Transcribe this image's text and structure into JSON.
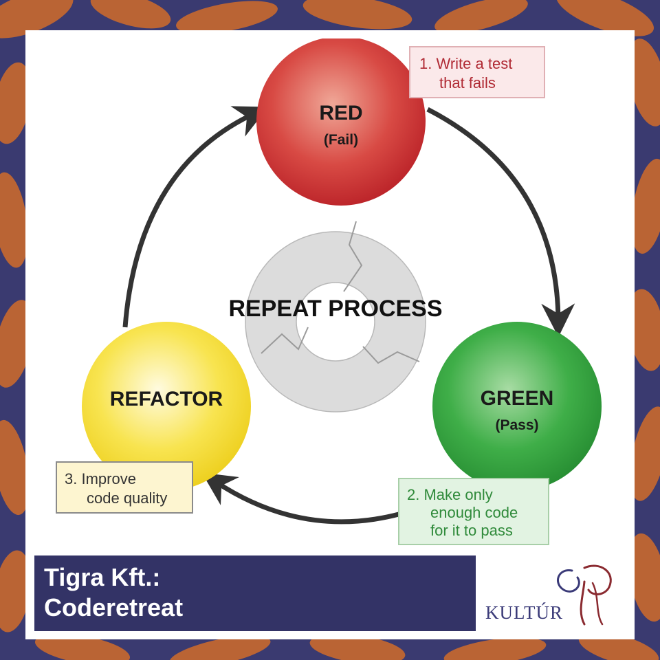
{
  "diagram": {
    "nodes": [
      {
        "id": "red",
        "title": "RED",
        "subtitle": "(Fail)",
        "color": "#c8282c"
      },
      {
        "id": "green",
        "title": "GREEN",
        "subtitle": "(Pass)",
        "color": "#2d9a3a"
      },
      {
        "id": "refactor",
        "title": "REFACTOR",
        "subtitle": "",
        "color": "#f2d422"
      }
    ],
    "steps": [
      {
        "lines": [
          "1. Write a test",
          "that fails"
        ],
        "text_color": "#b02a34",
        "fill": "#fbe9ea",
        "border": "#e8b8bc"
      },
      {
        "lines": [
          "2. Make only",
          "enough code",
          "for it to pass"
        ],
        "text_color": "#2f8a3a",
        "fill": "#e2f3e2",
        "border": "#a8cfa8"
      },
      {
        "lines": [
          "3. Improve",
          "code quality"
        ],
        "text_color": "#333333",
        "fill": "#fdf5d0",
        "border": "#888888"
      }
    ],
    "center_label": "REPEAT PROCESS"
  },
  "caption": {
    "line1": "Tigra Kft.:",
    "line2": "Coderetreat"
  },
  "logo": {
    "text": "KULTÚR"
  },
  "colors": {
    "background": "#3a3a70",
    "leaf": "#c9692e",
    "caption_bg": "#333366",
    "logo_text": "#3a3a78",
    "logo_accent": "#8a2a30"
  }
}
